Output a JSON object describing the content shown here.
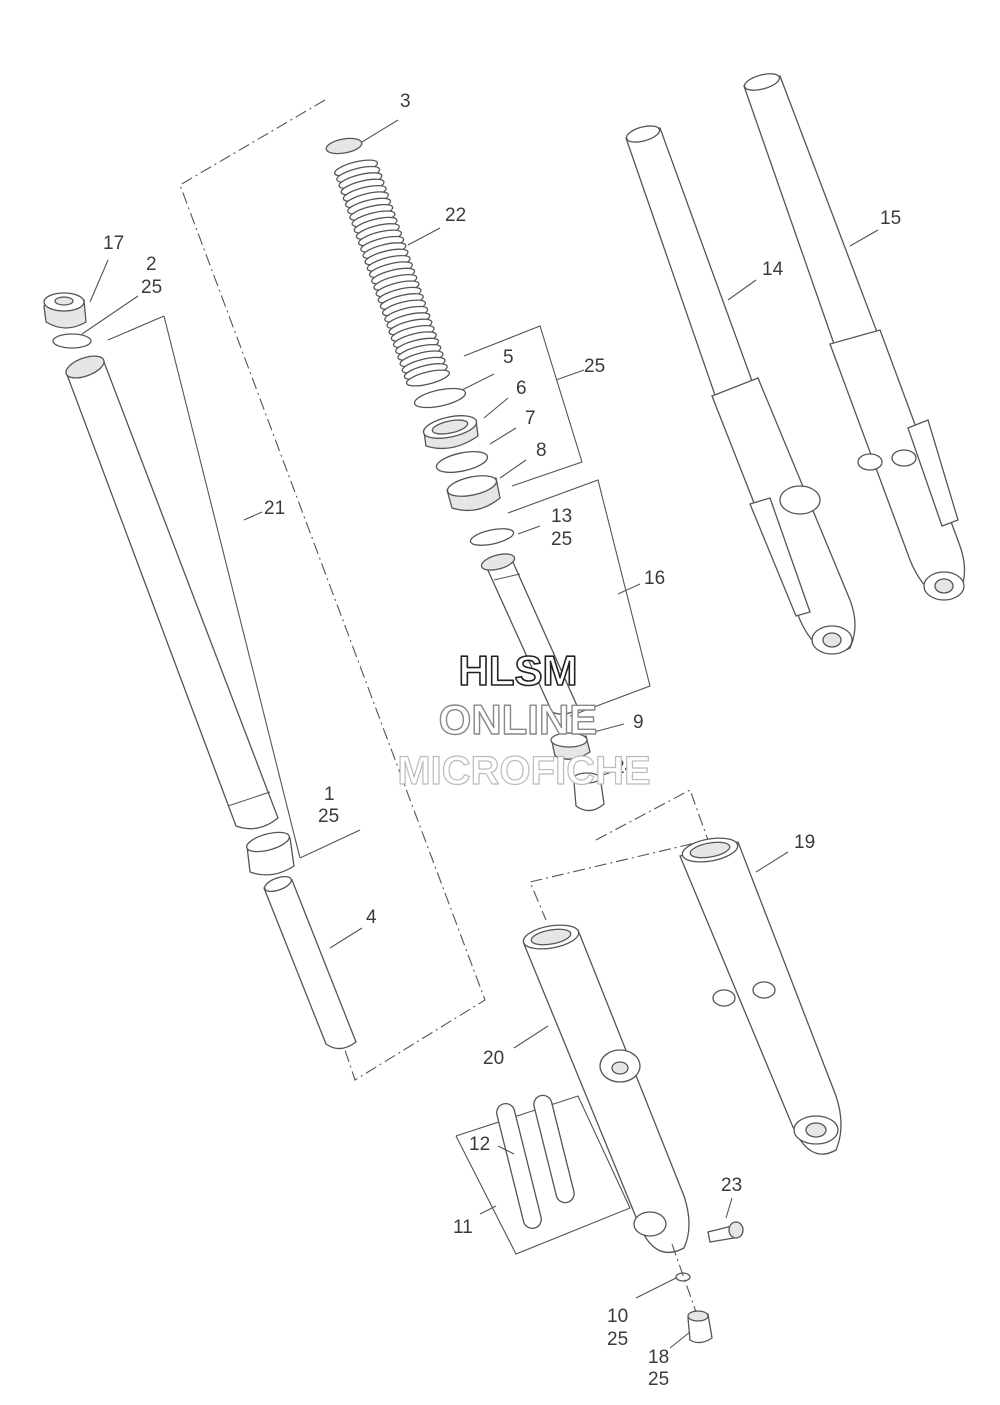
{
  "callouts": {
    "c1": "1",
    "c1b": "25",
    "c2": "2",
    "c2b": "25",
    "c3": "3",
    "c4": "4",
    "c5": "5",
    "c6": "6",
    "c7": "7",
    "c8": "8",
    "c9": "9",
    "c10": "10",
    "c10b": "25",
    "c11": "11",
    "c12": "12",
    "c13": "13",
    "c13b": "25",
    "c14": "14",
    "c15": "15",
    "c16": "16",
    "c17": "17",
    "c18": "18",
    "c18b": "25",
    "c19": "19",
    "c20": "20",
    "c21": "21",
    "c22": "22",
    "c23": "23",
    "c24": "24",
    "c25": "25"
  },
  "watermark": {
    "line1": "HLSM",
    "line2": "ONLINE",
    "line3": "MICROFICHE"
  }
}
